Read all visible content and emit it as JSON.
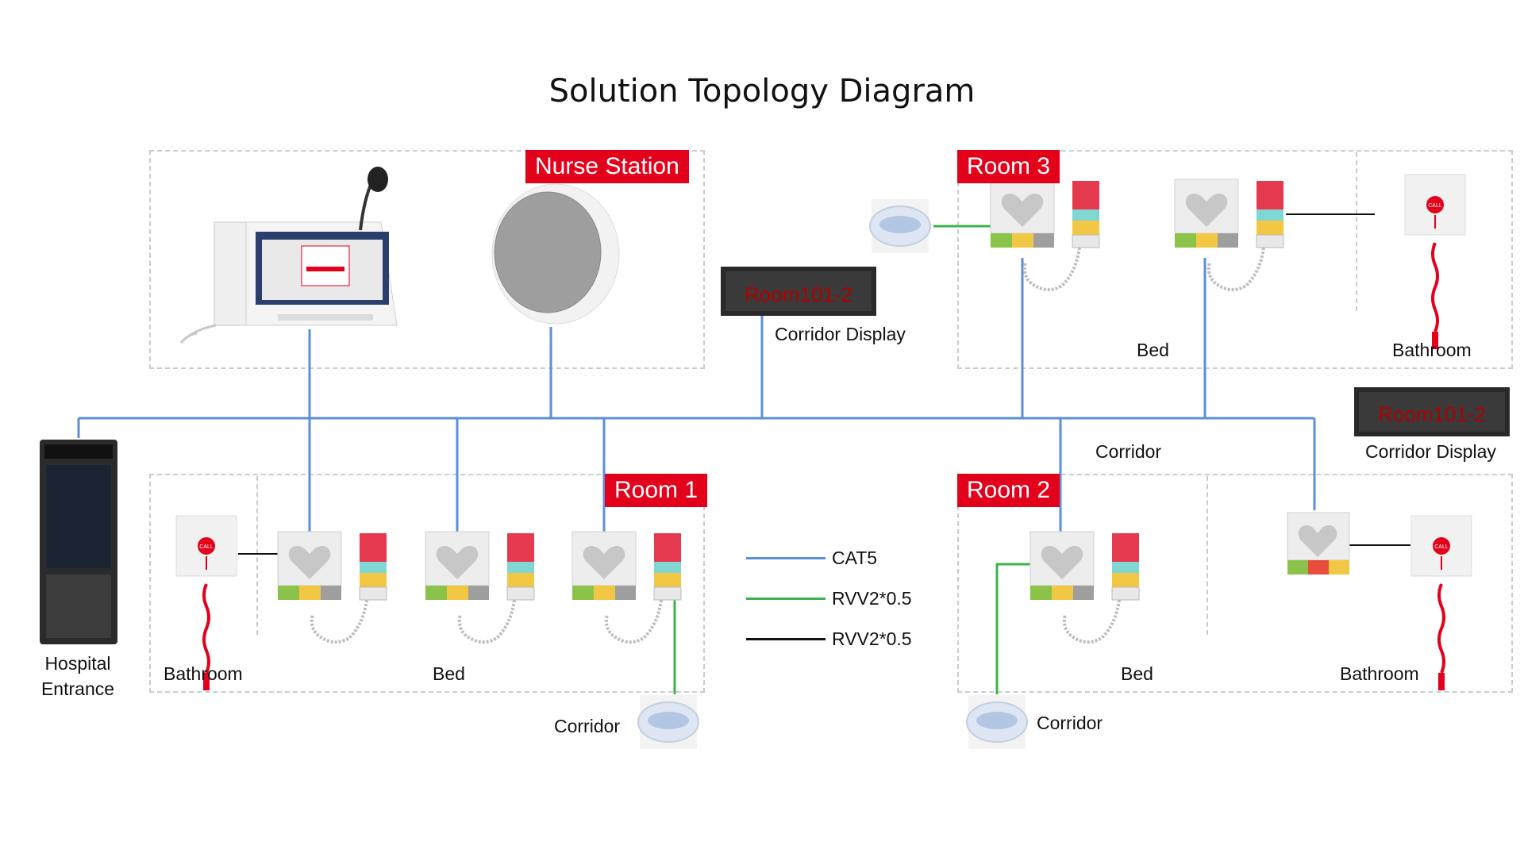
{
  "title": "Solution Topology Diagram",
  "tags": {
    "nurse_station": "Nurse Station",
    "room1": "Room 1",
    "room2": "Room 2",
    "room3": "Room 3"
  },
  "labels": {
    "corridor_display_top": "Corridor Display",
    "corridor_display_right": "Corridor Display",
    "corridor_top": "Corridor",
    "room3_bed": "Bed",
    "room3_bathroom": "Bathroom",
    "room1_bathroom": "Bathroom",
    "room1_bed": "Bed",
    "room1_corridor": "Corridor",
    "room2_bed": "Bed",
    "room2_bathroom": "Bathroom",
    "room2_corridor": "Corridor",
    "hospital_entrance_line1": "Hospital",
    "hospital_entrance_line2": "Entrance"
  },
  "display_text": "Room101-2",
  "call_text": "CALL",
  "legend": [
    {
      "label": "CAT5",
      "color": "#5b8fd9"
    },
    {
      "label": "RVV2*0.5",
      "color": "#3cb34a"
    },
    {
      "label": "RVV2*0.5",
      "color": "#111111"
    }
  ],
  "colors": {
    "cat5": "#5b8fd9",
    "rvv_green": "#3cb34a",
    "rvv_black": "#111111",
    "tag_red": "#e3001b"
  }
}
